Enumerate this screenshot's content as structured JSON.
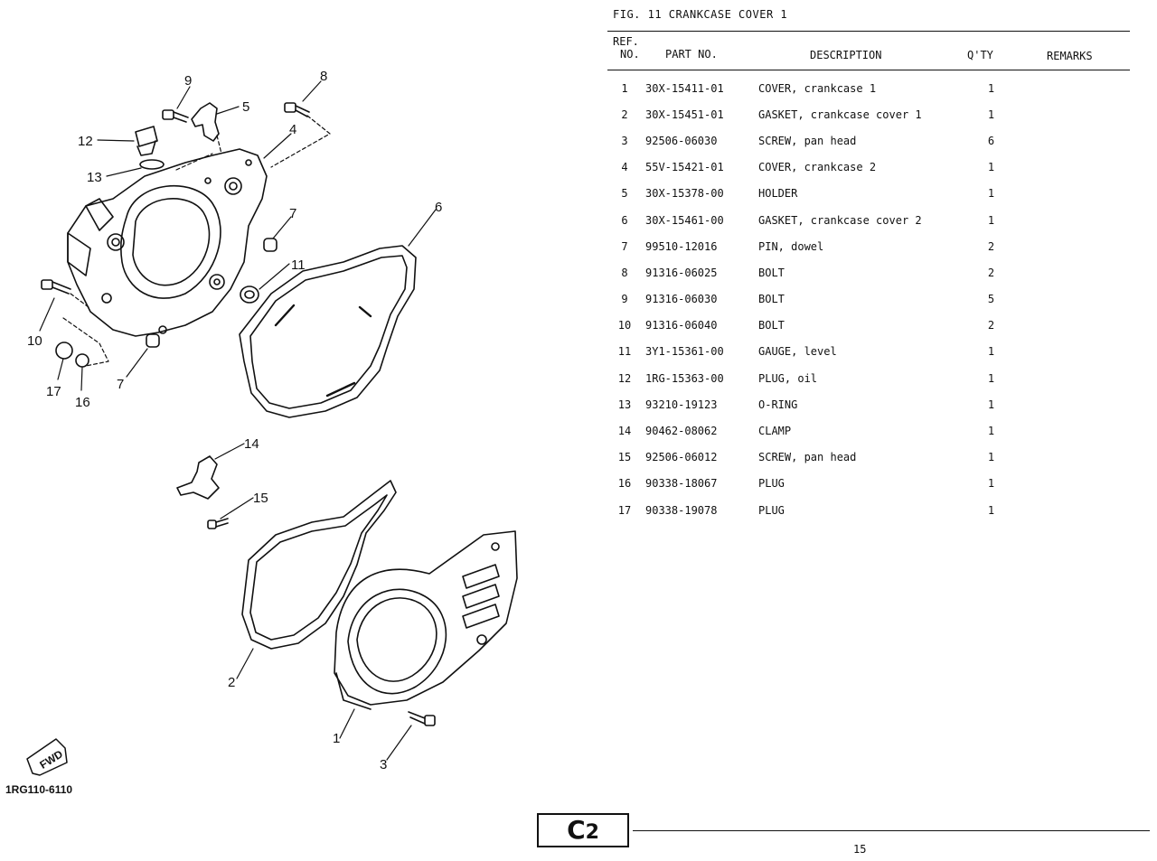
{
  "figure": {
    "title": "FIG. 11  CRANKCASE COVER 1",
    "diagram_code": "1RG110-6110",
    "fwd_label": "FWD",
    "callouts": [
      "1",
      "2",
      "3",
      "4",
      "5",
      "6",
      "7",
      "7",
      "8",
      "9",
      "10",
      "11",
      "12",
      "13",
      "14",
      "15",
      "16",
      "17"
    ]
  },
  "table": {
    "headers": {
      "ref": "REF.",
      "no": "NO.",
      "part_no": "PART NO.",
      "description": "DESCRIPTION",
      "qty": "Q'TY",
      "remarks": "REMARKS"
    },
    "rows": [
      {
        "ref": "1",
        "part_no": "30X-15411-01",
        "description": "COVER, crankcase 1",
        "qty": "1",
        "remarks": ""
      },
      {
        "ref": "2",
        "part_no": "30X-15451-01",
        "description": "GASKET, crankcase cover 1",
        "qty": "1",
        "remarks": ""
      },
      {
        "ref": "3",
        "part_no": "92506-06030",
        "description": "SCREW, pan head",
        "qty": "6",
        "remarks": ""
      },
      {
        "ref": "4",
        "part_no": "55V-15421-01",
        "description": "COVER, crankcase 2",
        "qty": "1",
        "remarks": ""
      },
      {
        "ref": "5",
        "part_no": "30X-15378-00",
        "description": "HOLDER",
        "qty": "1",
        "remarks": ""
      },
      {
        "ref": "6",
        "part_no": "30X-15461-00",
        "description": "GASKET, crankcase cover 2",
        "qty": "1",
        "remarks": ""
      },
      {
        "ref": "7",
        "part_no": "99510-12016",
        "description": "PIN, dowel",
        "qty": "2",
        "remarks": ""
      },
      {
        "ref": "8",
        "part_no": "91316-06025",
        "description": "BOLT",
        "qty": "2",
        "remarks": ""
      },
      {
        "ref": "9",
        "part_no": "91316-06030",
        "description": "BOLT",
        "qty": "5",
        "remarks": ""
      },
      {
        "ref": "10",
        "part_no": "91316-06040",
        "description": "BOLT",
        "qty": "2",
        "remarks": ""
      },
      {
        "ref": "11",
        "part_no": "3Y1-15361-00",
        "description": "GAUGE, level",
        "qty": "1",
        "remarks": ""
      },
      {
        "ref": "12",
        "part_no": "1RG-15363-00",
        "description": "PLUG, oil",
        "qty": "1",
        "remarks": ""
      },
      {
        "ref": "13",
        "part_no": "93210-19123",
        "description": "O-RING",
        "qty": "1",
        "remarks": ""
      },
      {
        "ref": "14",
        "part_no": "90462-08062",
        "description": "CLAMP",
        "qty": "1",
        "remarks": ""
      },
      {
        "ref": "15",
        "part_no": "92506-06012",
        "description": "SCREW, pan head",
        "qty": "1",
        "remarks": ""
      },
      {
        "ref": "16",
        "part_no": "90338-18067",
        "description": "PLUG",
        "qty": "1",
        "remarks": ""
      },
      {
        "ref": "17",
        "part_no": "90338-19078",
        "description": "PLUG",
        "qty": "1",
        "remarks": ""
      }
    ]
  },
  "footer": {
    "section_letter": "C",
    "section_number": "2",
    "page_number": "15"
  }
}
